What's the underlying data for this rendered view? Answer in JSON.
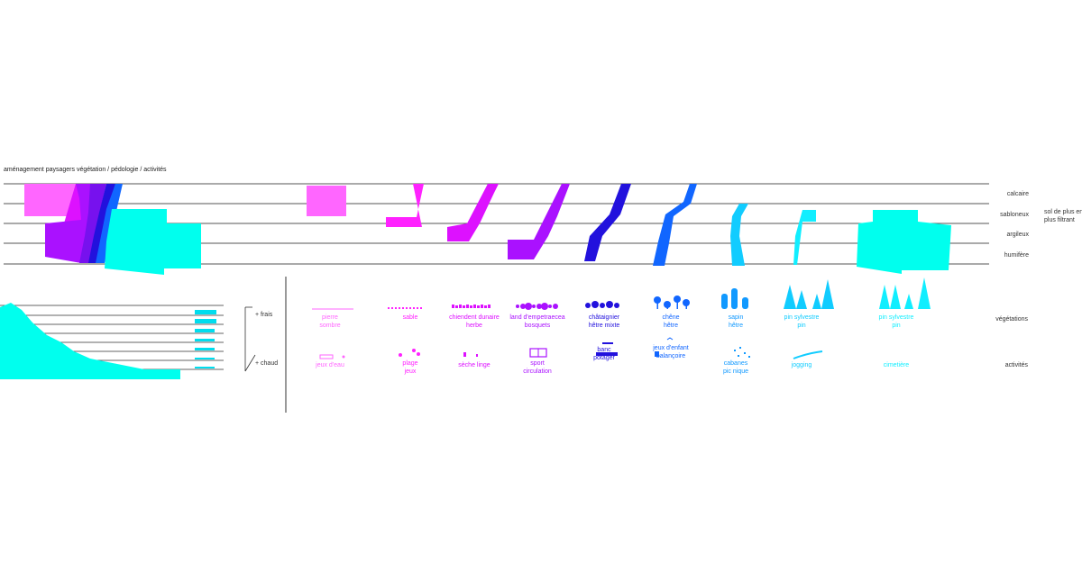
{
  "title": "aménagement paysagers végétation / pédologie / activités",
  "soil_layers": [
    "calcaire",
    "sabloneux",
    "argileux",
    "humifère"
  ],
  "side_note": [
    "sol de plus en",
    "plus filtrant"
  ],
  "climate_scale": {
    "top": "+ frais",
    "bottom": "+ chaud"
  },
  "row_labels": {
    "vegetation": "végétations",
    "activities": "activités"
  },
  "colors": [
    "#ff66ff",
    "#ff22ff",
    "#dd11ff",
    "#aa11ff",
    "#7711ee",
    "#2211dd",
    "#1166ff",
    "#1199ff",
    "#11ccff",
    "#11eeff",
    "#00ffee"
  ],
  "columns": [
    {
      "veg": [
        "pierre",
        "sombre"
      ],
      "act": [
        "jeux d'eau"
      ],
      "color": "#ff66ff"
    },
    {
      "veg": [
        "sable"
      ],
      "act": [
        "plage",
        "jeux"
      ],
      "color": "#ff22ff"
    },
    {
      "veg": [
        "chiendent dunaire",
        "herbe"
      ],
      "act": [
        "sèche linge"
      ],
      "color": "#dd11ff"
    },
    {
      "veg": [
        "land d'empetraecea",
        "bosquets"
      ],
      "act": [
        "sport",
        "circulation"
      ],
      "color": "#aa11ff"
    },
    {
      "veg": [
        "châtaignier",
        "hêtre mixte"
      ],
      "act": [
        "banc",
        "potager"
      ],
      "color": "#2211dd"
    },
    {
      "veg": [
        "chêne",
        "hêtre"
      ],
      "act": [
        "jeux d'enfant",
        "balançoire"
      ],
      "color": "#1166ff"
    },
    {
      "veg": [
        "sapin",
        "hêtre"
      ],
      "act": [
        "cabanes",
        "pic nique"
      ],
      "color": "#1199ff"
    },
    {
      "veg": [
        "pin sylvestre",
        "pin"
      ],
      "act": [
        "jogging"
      ],
      "color": "#11ccff"
    },
    {
      "veg": [
        "pin sylvestre",
        "pin"
      ],
      "act": [
        "cimetière"
      ],
      "color": "#11eeff"
    }
  ]
}
